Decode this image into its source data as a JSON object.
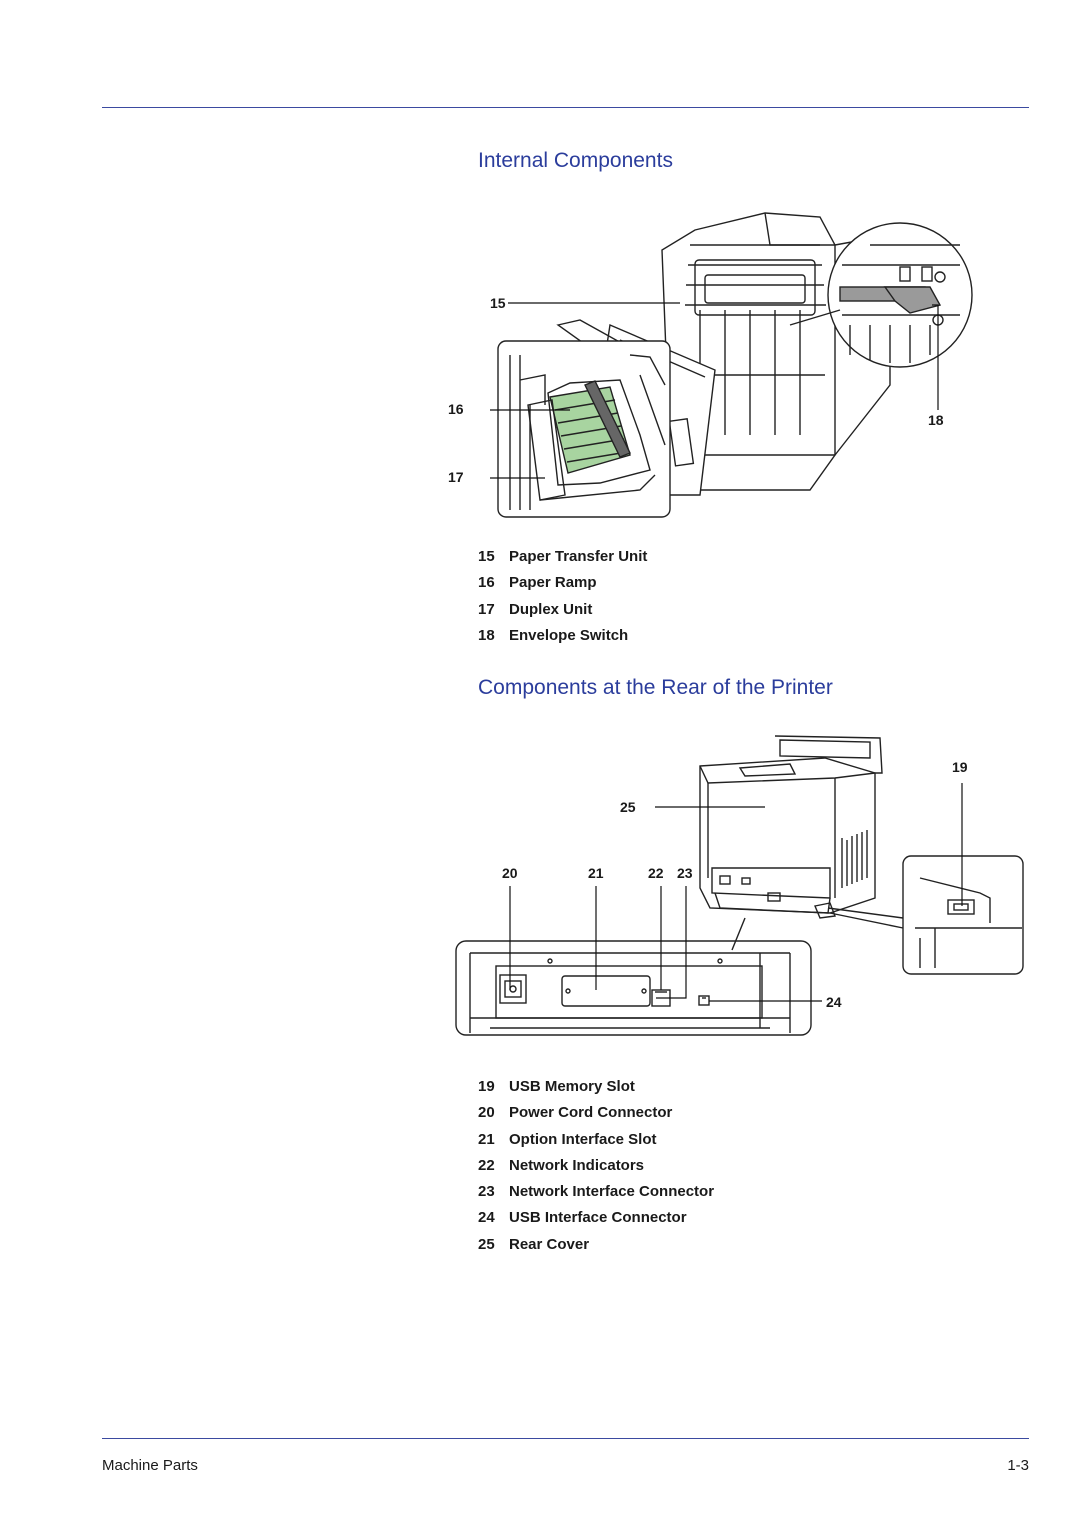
{
  "sections": [
    {
      "title": "Internal Components",
      "callouts": [
        "15",
        "16",
        "17",
        "18"
      ],
      "items": [
        {
          "num": "15",
          "label": "Paper Transfer Unit"
        },
        {
          "num": "16",
          "label": "Paper Ramp"
        },
        {
          "num": "17",
          "label": "Duplex Unit"
        },
        {
          "num": "18",
          "label": "Envelope Switch"
        }
      ]
    },
    {
      "title": "Components at the Rear of the Printer",
      "callouts": [
        "19",
        "20",
        "21",
        "22",
        "23",
        "24",
        "25"
      ],
      "items": [
        {
          "num": "19",
          "label": "USB Memory Slot"
        },
        {
          "num": "20",
          "label": "Power Cord Connector"
        },
        {
          "num": "21",
          "label": "Option Interface Slot"
        },
        {
          "num": "22",
          "label": "Network Indicators"
        },
        {
          "num": "23",
          "label": "Network Interface Connector"
        },
        {
          "num": "24",
          "label": "USB Interface Connector"
        },
        {
          "num": "25",
          "label": "Rear Cover"
        }
      ]
    }
  ],
  "footer": {
    "chapter": "Machine Parts",
    "page": "1-3"
  },
  "colors": {
    "heading": "#2b3d9c",
    "rule": "#3b4aa0",
    "green": "#a8d4a0"
  }
}
